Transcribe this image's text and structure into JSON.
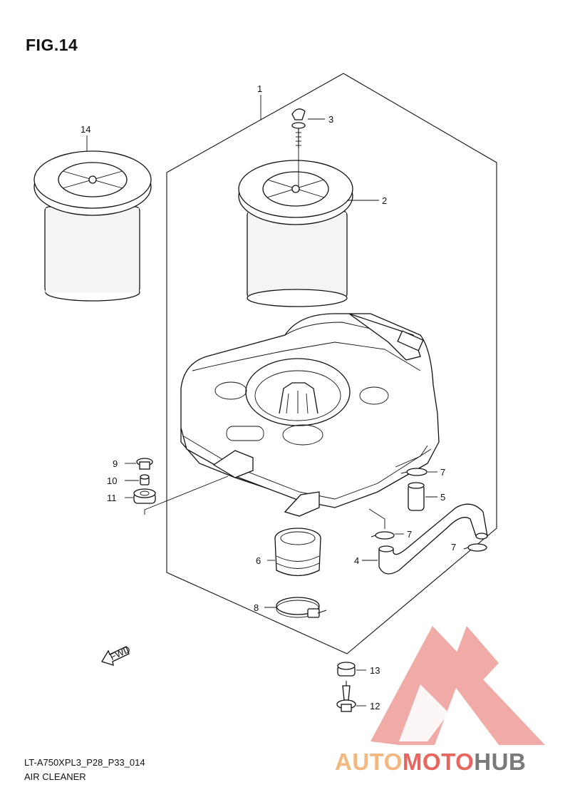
{
  "figure": {
    "title": "FIG.14"
  },
  "footer": {
    "code": "LT-A750XPL3_P28_P33_014",
    "name": "AIR CLEANER"
  },
  "parts": {
    "p1": "1",
    "p2": "2",
    "p3": "3",
    "p4": "4",
    "p5": "5",
    "p6": "6",
    "p7a": "7",
    "p7b": "7",
    "p7c": "7",
    "p8": "8",
    "p9": "9",
    "p10": "10",
    "p11": "11",
    "p12": "12",
    "p13": "13",
    "p14": "14"
  },
  "fwd_label": "FWD",
  "watermark": {
    "part1": "AUTO",
    "part2": "MOTO",
    "part3": "HUB",
    "logo_color": "#e7675f"
  }
}
